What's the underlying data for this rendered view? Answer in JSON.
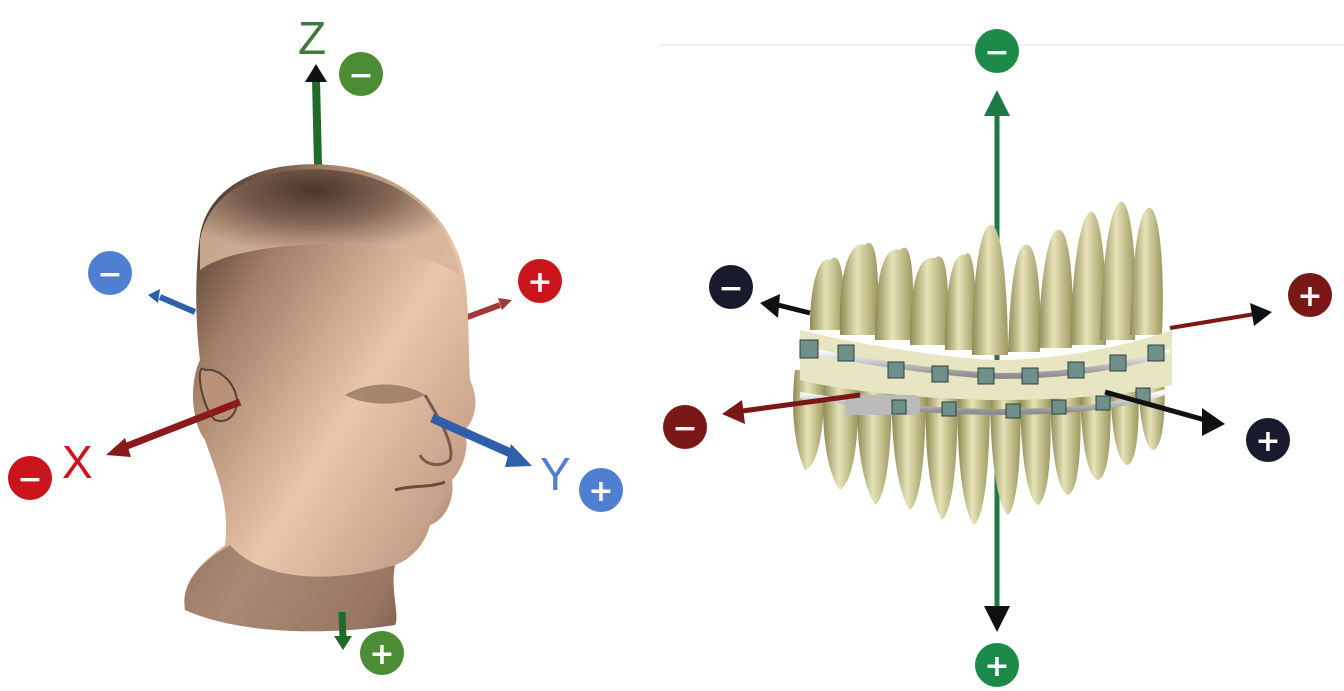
{
  "colors": {
    "x_axis": "#8b1a1a",
    "y_axis": "#2f5fa8",
    "z_axis": "#1f6b2a",
    "red_badge": "#c9151b",
    "blue_badge": "#4f7fd0",
    "green_badge": "#4c8c35",
    "dark_red_badge": "#7a1717",
    "navy_badge": "#1a1a2e",
    "teal_green_badge": "#1d8a4a",
    "skin_light": "#e8c3a6",
    "skin_dark": "#3d2a22",
    "tooth": "#dcd9a8",
    "tooth_shadow": "#8f8a55",
    "bracket": "#6f8f8a"
  },
  "head_diagram": {
    "axes": {
      "x": {
        "label": "X",
        "negative_sign": "−",
        "positive_sign": "+",
        "icon": "head-x-axis-arrow"
      },
      "y": {
        "label": "Y",
        "negative_sign": "−",
        "positive_sign": "+",
        "icon": "head-y-axis-arrow"
      },
      "z": {
        "label": "Z",
        "negative_sign": "−",
        "positive_sign": "+",
        "icon": "head-z-axis-arrow"
      }
    }
  },
  "teeth_diagram": {
    "axes": {
      "vertical": {
        "negative_sign": "−",
        "positive_sign": "+"
      },
      "horizontal": {
        "negative_sign": "−",
        "positive_sign": "+"
      },
      "depth": {
        "negative_sign": "−",
        "positive_sign": "+"
      }
    }
  }
}
